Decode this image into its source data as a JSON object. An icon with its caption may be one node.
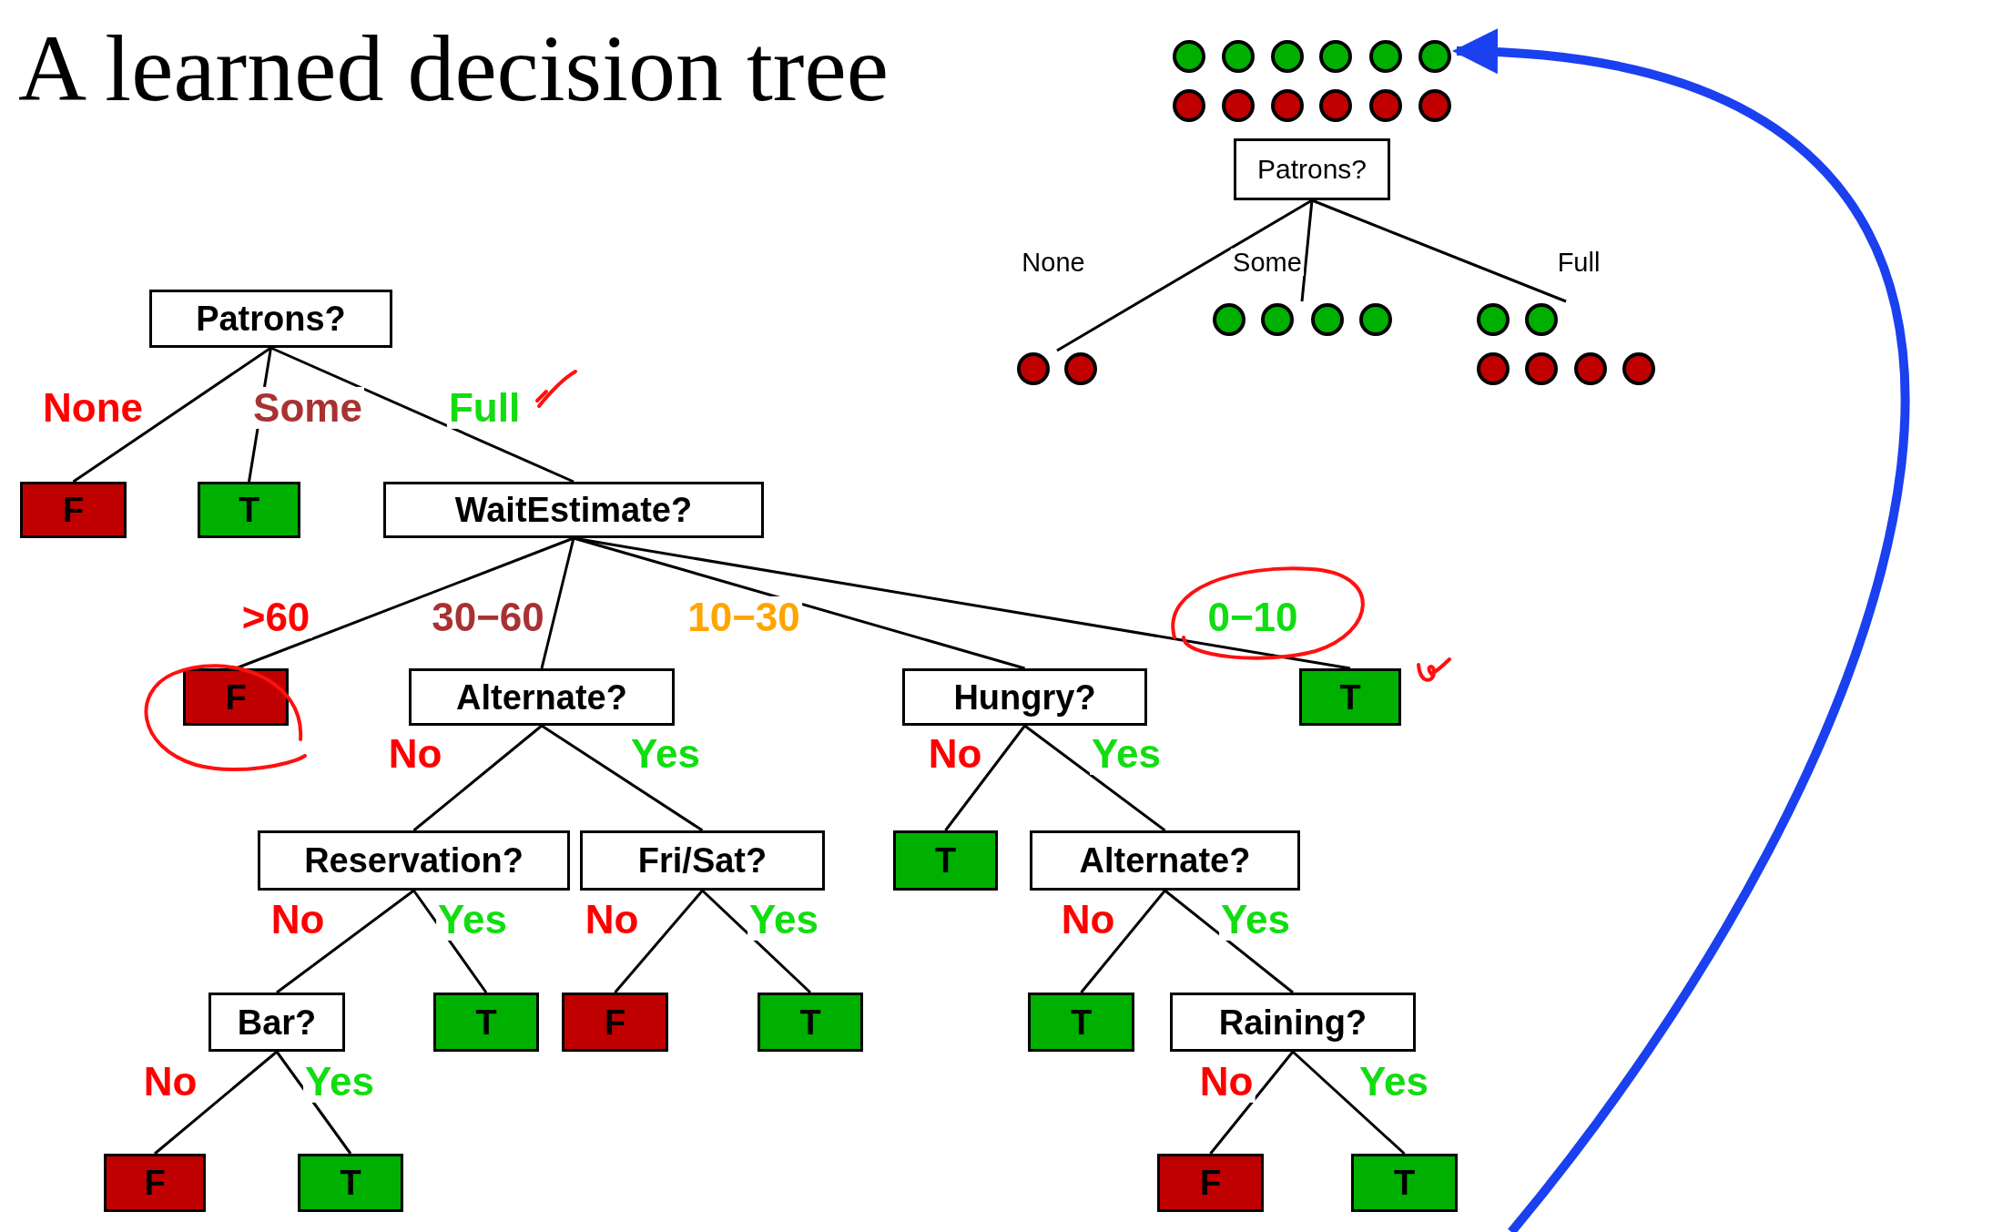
{
  "diagram": {
    "title": "A learned decision tree",
    "nodes": [
      {
        "text": [
          "Patrons?"
        ]
      },
      {
        "text": [
          "F"
        ]
      },
      {
        "text": [
          "T"
        ]
      },
      {
        "text": [
          "WaitEstimate?"
        ]
      },
      {
        "text": [
          "F"
        ]
      },
      {
        "text": [
          "Alternate?"
        ]
      },
      {
        "text": [
          "Hungry?"
        ]
      },
      {
        "text": [
          "T"
        ]
      },
      {
        "text": [
          "Reservation?"
        ]
      },
      {
        "text": [
          "Fri/Sat?"
        ]
      },
      {
        "text": [
          "T"
        ]
      },
      {
        "text": [
          "Alternate?"
        ]
      },
      {
        "text": [
          "Bar?"
        ]
      },
      {
        "text": [
          "T"
        ]
      },
      {
        "text": [
          "F"
        ]
      },
      {
        "text": [
          "T"
        ]
      },
      {
        "text": [
          "T"
        ]
      },
      {
        "text": [
          "Raining?"
        ]
      },
      {
        "text": [
          "F"
        ]
      },
      {
        "text": [
          "T"
        ]
      },
      {
        "text": [
          "F"
        ]
      },
      {
        "text": [
          "T"
        ]
      },
      {
        "text": [],
        "shape": "circle"
      },
      {
        "text": [
          "Patrons?"
        ]
      },
      {
        "text": [],
        "shape": "circle"
      },
      {
        "text": [],
        "shape": "circle"
      },
      {
        "text": [],
        "shape": "circle"
      }
    ],
    "edges": [
      {
        "from": 0,
        "to": 1,
        "arrow": "none",
        "label": "None"
      },
      {
        "from": 0,
        "to": 2,
        "arrow": "none",
        "label": "Some"
      },
      {
        "from": 0,
        "to": 3,
        "arrow": "none",
        "label": "Full"
      },
      {
        "from": 3,
        "to": 4,
        "arrow": "none",
        "label": ">60"
      },
      {
        "from": 3,
        "to": 5,
        "arrow": "none",
        "label": "30−60"
      },
      {
        "from": 3,
        "to": 6,
        "arrow": "none",
        "label": "10−30"
      },
      {
        "from": 3,
        "to": 7,
        "arrow": "none",
        "label": "0−10"
      },
      {
        "from": 5,
        "to": 8,
        "arrow": "none",
        "label": "No"
      },
      {
        "from": 5,
        "to": 9,
        "arrow": "none",
        "label": "Yes"
      },
      {
        "from": 6,
        "to": 10,
        "arrow": "none",
        "label": "No"
      },
      {
        "from": 6,
        "to": 11,
        "arrow": "none",
        "label": "Yes"
      },
      {
        "from": 8,
        "to": 12,
        "arrow": "none",
        "label": "No"
      },
      {
        "from": 8,
        "to": 13,
        "arrow": "none",
        "label": "Yes"
      },
      {
        "from": 9,
        "to": 14,
        "arrow": "none",
        "label": "No"
      },
      {
        "from": 9,
        "to": 15,
        "arrow": "none",
        "label": "Yes"
      },
      {
        "from": 11,
        "to": 16,
        "arrow": "none",
        "label": "No"
      },
      {
        "from": 11,
        "to": 17,
        "arrow": "none",
        "label": "Yes"
      },
      {
        "from": 12,
        "to": 18,
        "arrow": "none",
        "label": "No"
      },
      {
        "from": 12,
        "to": 19,
        "arrow": "none",
        "label": "Yes"
      },
      {
        "from": 17,
        "to": 20,
        "arrow": "none",
        "label": "No"
      },
      {
        "from": 17,
        "to": 21,
        "arrow": "none",
        "label": "Yes"
      },
      {
        "from": 23,
        "to": 24,
        "arrow": "none",
        "label": "None"
      },
      {
        "from": 23,
        "to": 25,
        "arrow": "none",
        "label": "Some"
      },
      {
        "from": 23,
        "to": 26,
        "arrow": "none",
        "label": "Full"
      },
      {
        "from": null,
        "to": 22,
        "arrow": "to",
        "style": "thick",
        "color": "#1a40f0"
      }
    ]
  }
}
